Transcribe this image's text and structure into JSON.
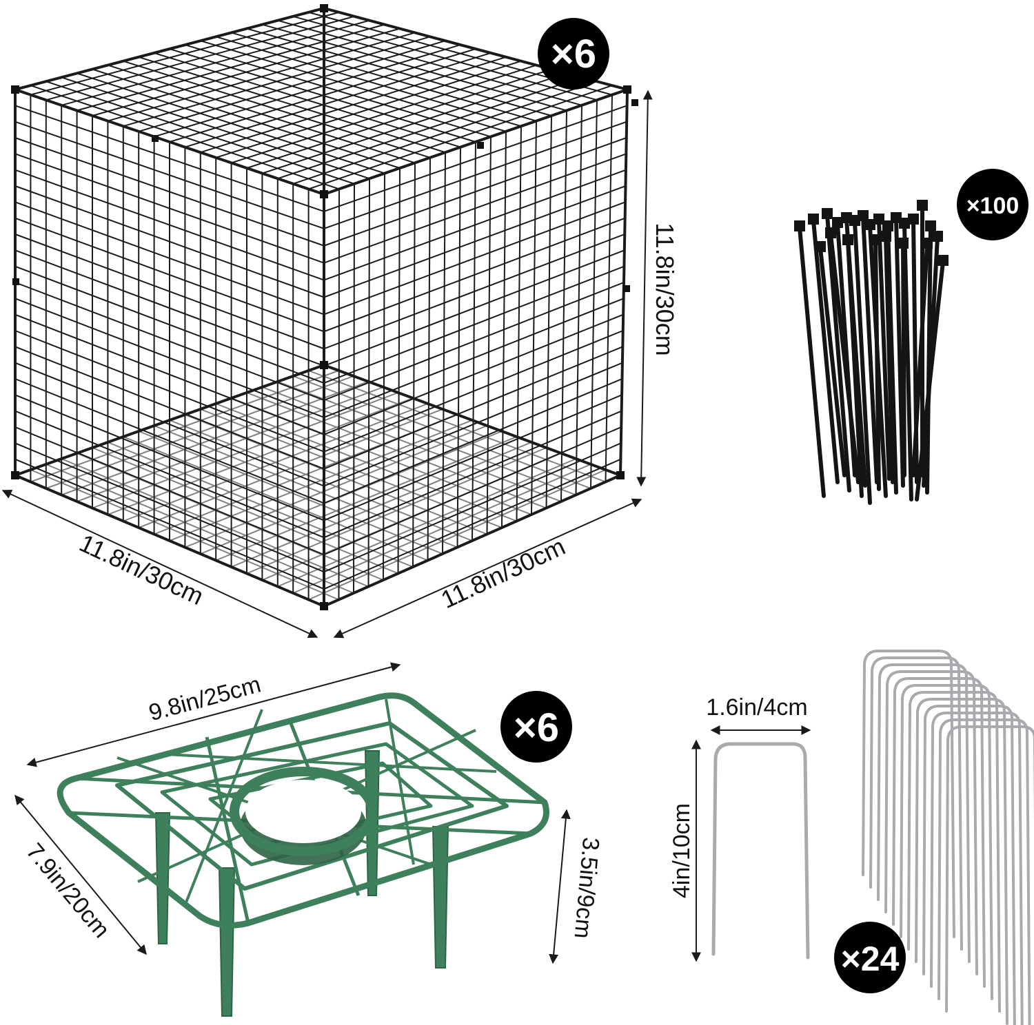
{
  "colors": {
    "background": "#ffffff",
    "cage_wire": "#1b1b1b",
    "badge": "#000000",
    "badge_text": "#ffffff",
    "tray_green": "#3e7f5c",
    "tray_green_dark": "#2d6446",
    "staple_metal": "#a8aaad",
    "tie_black": "#141414",
    "dimension_line": "#1a1a1a"
  },
  "cage": {
    "quantity_badge": "×6",
    "dim_height": "11.8in/30cm",
    "dim_depth": "11.8in/30cm",
    "dim_width": "11.8in/30cm"
  },
  "cable_ties": {
    "quantity_badge": "×100"
  },
  "support_tray": {
    "quantity_badge": "×6",
    "dim_length": "9.8in/25cm",
    "dim_width": "7.9in/20cm",
    "dim_height": "3.5in/9cm"
  },
  "ground_staples": {
    "quantity_badge": "×24",
    "dim_width": "1.6in/4cm",
    "dim_height": "4in/10cm"
  }
}
